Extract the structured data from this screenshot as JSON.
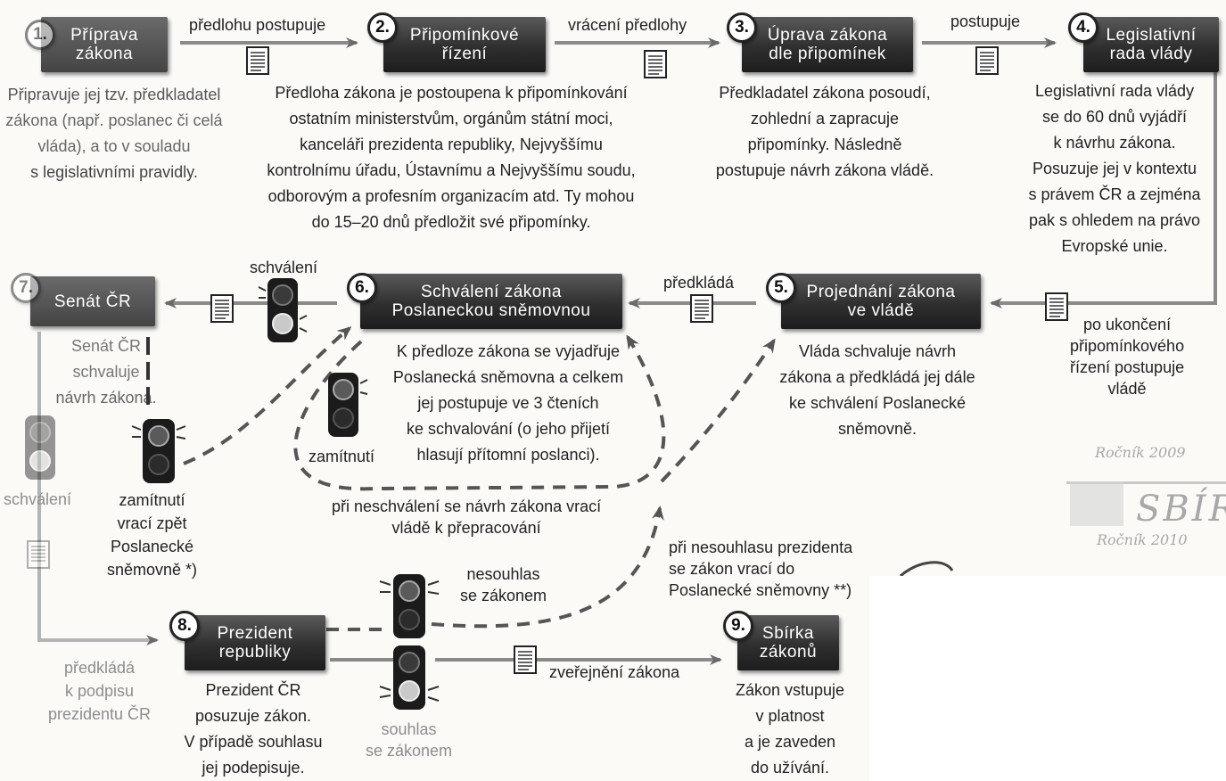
{
  "steps": [
    {
      "num": "1.",
      "title": [
        "Příprava",
        "zákona"
      ],
      "desc": [
        "Připravuje jej tzv. předkladatel",
        "zákona (např. poslanec či celá",
        "vláda), a to v souladu",
        "s legislativními pravidly."
      ]
    },
    {
      "num": "2.",
      "title": [
        "Připomínkové",
        "řízení"
      ],
      "desc": [
        "Předloha zákona je postoupena k připomínkování",
        "ostatním ministerstvům, orgánům státní moci,",
        "kanceláři prezidenta republiky, Nejvyššímu",
        "kontrolnímu úřadu, Ústavnímu a Nejvyššímu soudu,",
        "odborovým a profesním organizacím atd. Ty mohou",
        "do 15–20 dnů předložit své připomínky."
      ]
    },
    {
      "num": "3.",
      "title": [
        "Úprava zákona",
        "dle připomínek"
      ],
      "desc": [
        "Předkladatel zákona posoudí,",
        "zohlední a zapracuje",
        "připomínky. Následně",
        "postupuje návrh zákona vládě."
      ]
    },
    {
      "num": "4.",
      "title": [
        "Legislativní",
        "rada vlády"
      ],
      "desc": [
        "Legislativní rada vlády",
        "se do 60 dnů vyjádří",
        "k návrhu zákona.",
        "Posuzuje jej v kontextu",
        "s právem ČR a zejména",
        "pak s ohledem na právo",
        "Evropské unie."
      ]
    },
    {
      "num": "5.",
      "title": [
        "Projednání zákona",
        "ve vládě"
      ],
      "desc": [
        "Vláda schvaluje návrh",
        "zákona a předkládá jej dále",
        "ke schválení Poslanecké",
        "sněmovně."
      ]
    },
    {
      "num": "6.",
      "title": [
        "Schválení zákona",
        "Poslaneckou sněmovnou"
      ],
      "desc": [
        "K předloze zákona se vyjadřuje",
        "Poslanecká sněmovna a celkem",
        "jej postupuje ve 3 čteních",
        "ke schvalování (o jeho přijetí",
        "hlasují přítomní poslanci)."
      ]
    },
    {
      "num": "7.",
      "title": [
        "Senát ČR"
      ],
      "desc": [
        "Senát ČR",
        "schvaluje",
        "návrh zákona."
      ]
    },
    {
      "num": "8.",
      "title": [
        "Prezident",
        "republiky"
      ],
      "desc": [
        "Prezident ČR",
        "posuzuje zákon.",
        "V případě souhlasu",
        "jej podepisuje."
      ]
    },
    {
      "num": "9.",
      "title": [
        "Sbírka",
        "zákonů"
      ],
      "desc": [
        "Zákon vstupuje",
        "v platnost",
        "a je zaveden",
        "do užívání."
      ]
    }
  ],
  "arrow_labels": {
    "a12": "předlohu postupuje",
    "a23": "vrácení předlohy",
    "a34": "postupuje",
    "a45": [
      "po ukončení",
      "připomínkového",
      "řízení postupuje",
      "vládě"
    ],
    "a56": "předkládá",
    "a67_approve": "schválení",
    "a6_reject": "zamítnutí",
    "reject_return": [
      "při neschválení se návrh zákona vrací",
      "vládě k přepracování"
    ],
    "senate_approve": "schválení",
    "senate_reject": [
      "zamítnutí",
      "vrací zpět",
      "Poslanecké",
      "sněmovně *)"
    ],
    "a78": [
      "předkládá",
      "k podpisu",
      "prezidentu ČR"
    ],
    "president_disagree": [
      "nesouhlas",
      "se zákonem"
    ],
    "president_agree": [
      "souhlas",
      "se zákonem"
    ],
    "president_return": [
      "při nesouhlasu prezidenta",
      "se zákon vrací do",
      "Poslanecké sněmovny **)"
    ],
    "a89": "zveřejnění zákona"
  },
  "stamp": {
    "line1": "Ročník 2009",
    "word": "SBÍR",
    "line2": "Ročník 2010"
  },
  "colors": {
    "box": "#2f2f2f",
    "line": "#6a6a6a",
    "dash": "#555555",
    "light_green": "#b9b9b9"
  }
}
